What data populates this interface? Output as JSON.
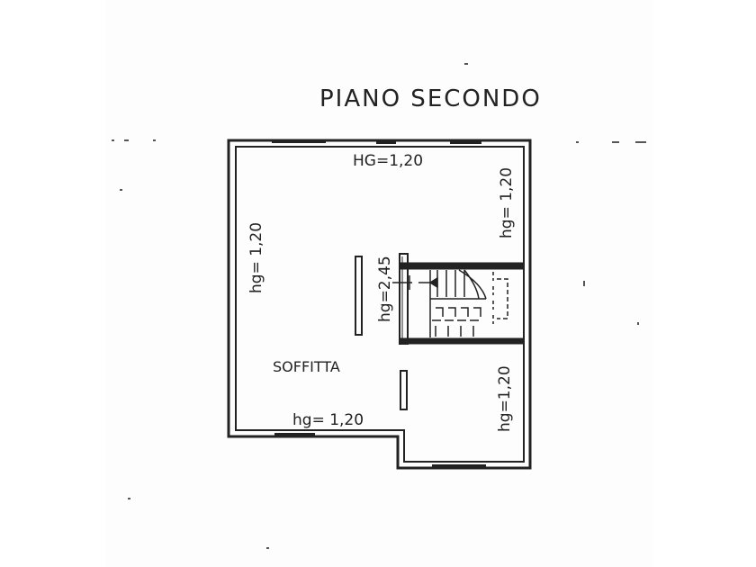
{
  "title": "PIANO SECONDO",
  "room_name": "SOFFITTA",
  "heights": {
    "top": "HG=1,20",
    "right_top": "hg= 1,20",
    "left": "hg= 1,20",
    "center": "hg=2,45",
    "bottom": "hg= 1,20",
    "right_bottom": "hg=1,20"
  },
  "colors": {
    "ink": "#222222",
    "paper": "#ffffff"
  }
}
